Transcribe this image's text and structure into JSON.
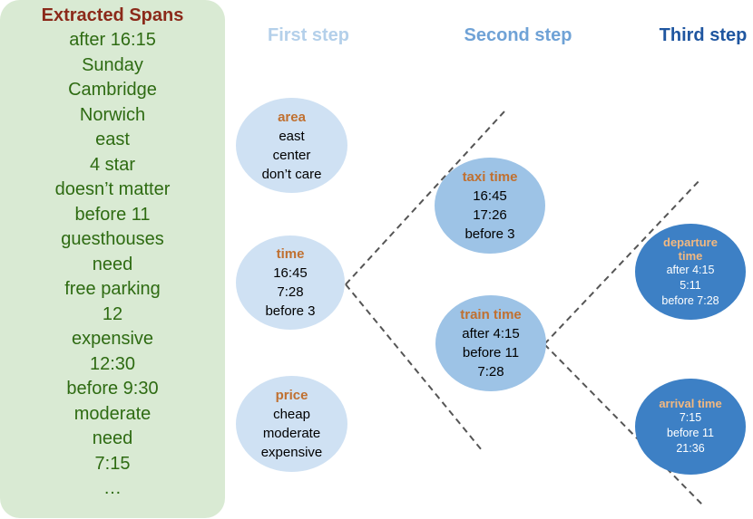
{
  "extracted": {
    "title": "Extracted Spans",
    "items": [
      "after 16:15",
      "Sunday",
      "Cambridge",
      "Norwich",
      "east",
      "4 star",
      "doesn’t matter",
      "before 11",
      "guesthouses",
      "need",
      "free parking",
      "12",
      "expensive",
      "12:30",
      "before 9:30",
      "moderate",
      "need",
      "7:15",
      "…"
    ]
  },
  "steps": {
    "first": "First step",
    "second": "Second step",
    "third": "Third step"
  },
  "nodes": {
    "area": {
      "title": "area",
      "values": [
        "east",
        "center",
        "don’t care"
      ]
    },
    "time": {
      "title": "time",
      "values": [
        "16:45",
        "7:28",
        "before 3"
      ]
    },
    "price": {
      "title": "price",
      "values": [
        "cheap",
        "moderate",
        "expensive"
      ]
    },
    "taxi_time": {
      "title": "taxi time",
      "values": [
        "16:45",
        "17:26",
        "before 3"
      ]
    },
    "train_time": {
      "title": "train time",
      "values": [
        "after 4:15",
        "before 11",
        "7:28"
      ]
    },
    "departure_time": {
      "title": "departure time",
      "values": [
        "after 4:15",
        "5:11",
        "before 7:28"
      ]
    },
    "arrival_time": {
      "title": "arrival time",
      "values": [
        "7:15",
        "before 11",
        "21:36"
      ]
    }
  },
  "colors": {
    "panel_bg": "#d9ead3",
    "panel_title": "#8b2a1a",
    "panel_text": "#2e6b12",
    "first_step": "#b4d0ea",
    "second_step": "#6fa2d6",
    "third_step": "#1f56a0",
    "light_circle": "#cfe1f3",
    "mid_circle": "#9dc3e6",
    "dark_circle": "#3d80c5",
    "node_title": "#c07030",
    "dashed_line": "#555555"
  }
}
